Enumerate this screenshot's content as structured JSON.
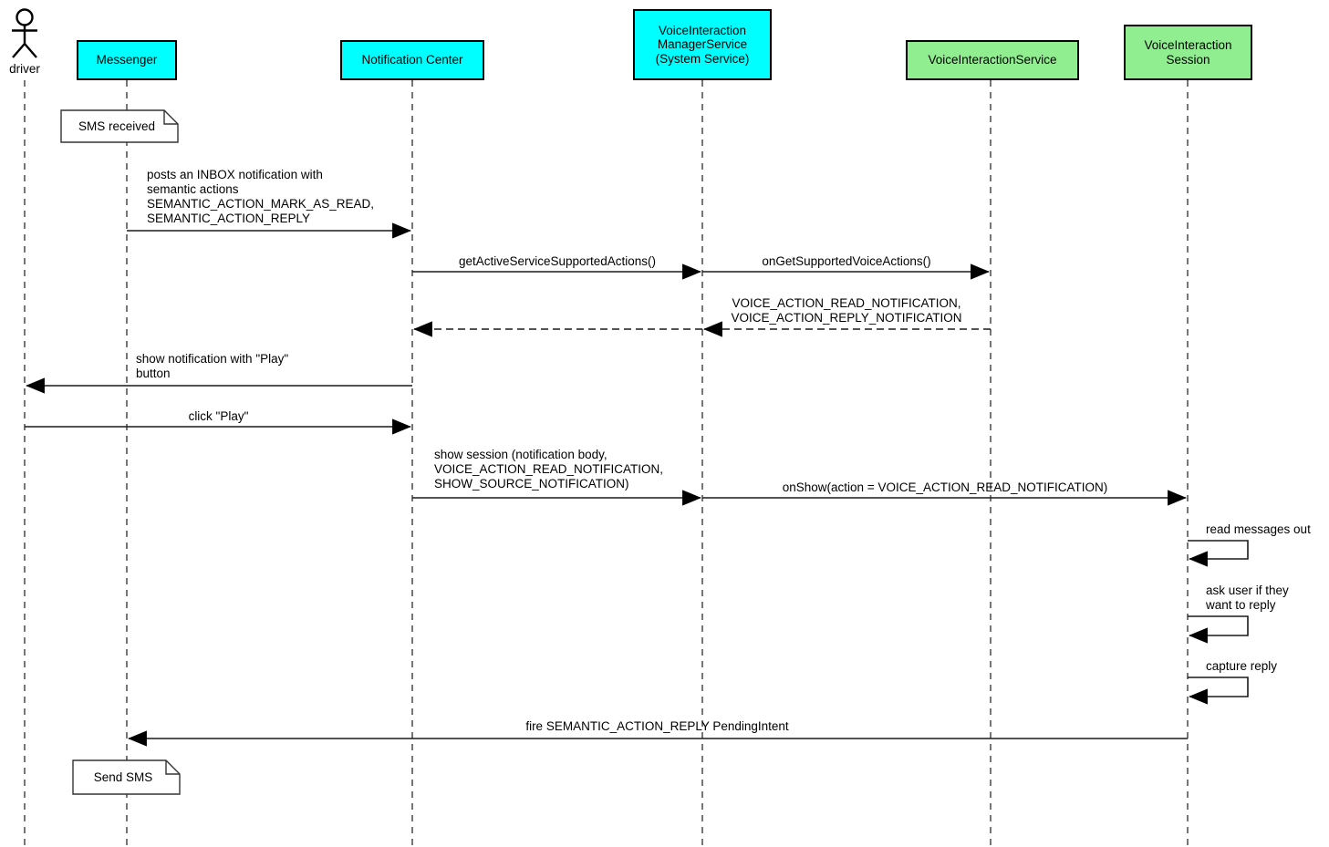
{
  "diagram": {
    "type": "uml-sequence",
    "background": "#ffffff",
    "actor": {
      "label": "driver"
    },
    "participants": [
      {
        "label": "Messenger",
        "kind": "app"
      },
      {
        "label": "Notification Center",
        "kind": "app"
      },
      {
        "label": "VoiceInteraction\nManagerService\n(System Service)",
        "kind": "app"
      },
      {
        "label": "VoiceInteractionService",
        "kind": "service"
      },
      {
        "label": "VoiceInteraction\nSession",
        "kind": "service"
      }
    ],
    "colors": {
      "participant_app": "#00ffff",
      "participant_service": "#90ee90",
      "line": "#1a1a1a",
      "note_bg": "#ffffff",
      "note_border": "#333333"
    },
    "notes": [
      {
        "text": "SMS received",
        "near": "Messenger"
      },
      {
        "text": "Send SMS",
        "near": "Messenger"
      }
    ],
    "messages": [
      {
        "label": "posts an INBOX notification with\nsemantic actions\nSEMANTIC_ACTION_MARK_AS_READ,\nSEMANTIC_ACTION_REPLY",
        "from": "Messenger",
        "to": "Notification Center",
        "style": "solid"
      },
      {
        "label": "getActiveServiceSupportedActions()",
        "from": "Notification Center",
        "to": "VoiceInteraction ManagerService (System Service)",
        "style": "solid"
      },
      {
        "label": "onGetSupportedVoiceActions()",
        "from": "VoiceInteraction ManagerService (System Service)",
        "to": "VoiceInteractionService",
        "style": "solid"
      },
      {
        "label": "VOICE_ACTION_READ_NOTIFICATION,\nVOICE_ACTION_REPLY_NOTIFICATION",
        "from": "VoiceInteractionService",
        "to": "Notification Center",
        "style": "dashed-return"
      },
      {
        "label": "show notification with \"Play\"\nbutton",
        "from": "Notification Center",
        "to": "driver",
        "style": "solid"
      },
      {
        "label": "click \"Play\"",
        "from": "driver",
        "to": "Notification Center",
        "style": "solid"
      },
      {
        "label": "show session (notification body,\nVOICE_ACTION_READ_NOTIFICATION,\nSHOW_SOURCE_NOTIFICATION)",
        "from": "Notification Center",
        "to": "VoiceInteraction ManagerService (System Service)",
        "style": "solid"
      },
      {
        "label": "onShow(action = VOICE_ACTION_READ_NOTIFICATION)",
        "from": "VoiceInteraction ManagerService (System Service)",
        "to": "VoiceInteraction Session",
        "style": "solid"
      },
      {
        "label": "read messages out",
        "from": "VoiceInteraction Session",
        "to": "VoiceInteraction Session",
        "style": "self"
      },
      {
        "label": "ask user if they\nwant to reply",
        "from": "VoiceInteraction Session",
        "to": "VoiceInteraction Session",
        "style": "self"
      },
      {
        "label": "capture reply",
        "from": "VoiceInteraction Session",
        "to": "VoiceInteraction Session",
        "style": "self"
      },
      {
        "label": "fire SEMANTIC_ACTION_REPLY PendingIntent",
        "from": "VoiceInteraction Session",
        "to": "Messenger",
        "style": "solid"
      }
    ]
  }
}
